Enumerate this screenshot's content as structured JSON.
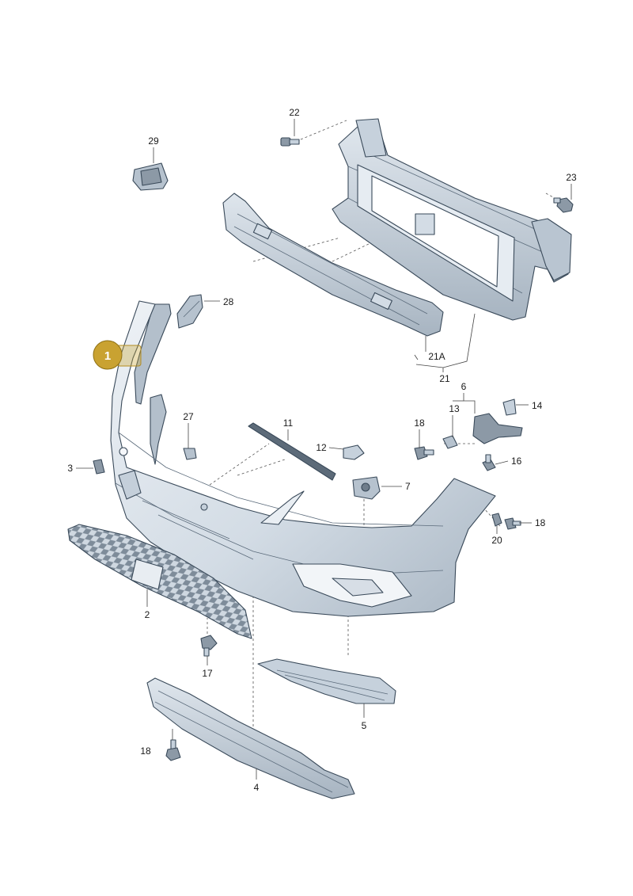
{
  "diagram": {
    "highlight": {
      "number": "1",
      "color": "#c9a231"
    },
    "part_colors": {
      "light": "#e7edf3",
      "mid": "#c6d1dc",
      "dark": "#97a5b3",
      "outline": "#3a4a5a"
    },
    "labels": {
      "p2": "2",
      "p3": "3",
      "p4": "4",
      "p5": "5",
      "p6": "6",
      "p7": "7",
      "p11": "11",
      "p12": "12",
      "p13": "13",
      "p14": "14",
      "p16": "16",
      "p17": "17",
      "p18a": "18",
      "p18b": "18",
      "p18c": "18",
      "p20": "20",
      "p21": "21",
      "p21a": "21A",
      "p22": "22",
      "p23": "23",
      "p27": "27",
      "p28": "28",
      "p29": "29"
    }
  }
}
